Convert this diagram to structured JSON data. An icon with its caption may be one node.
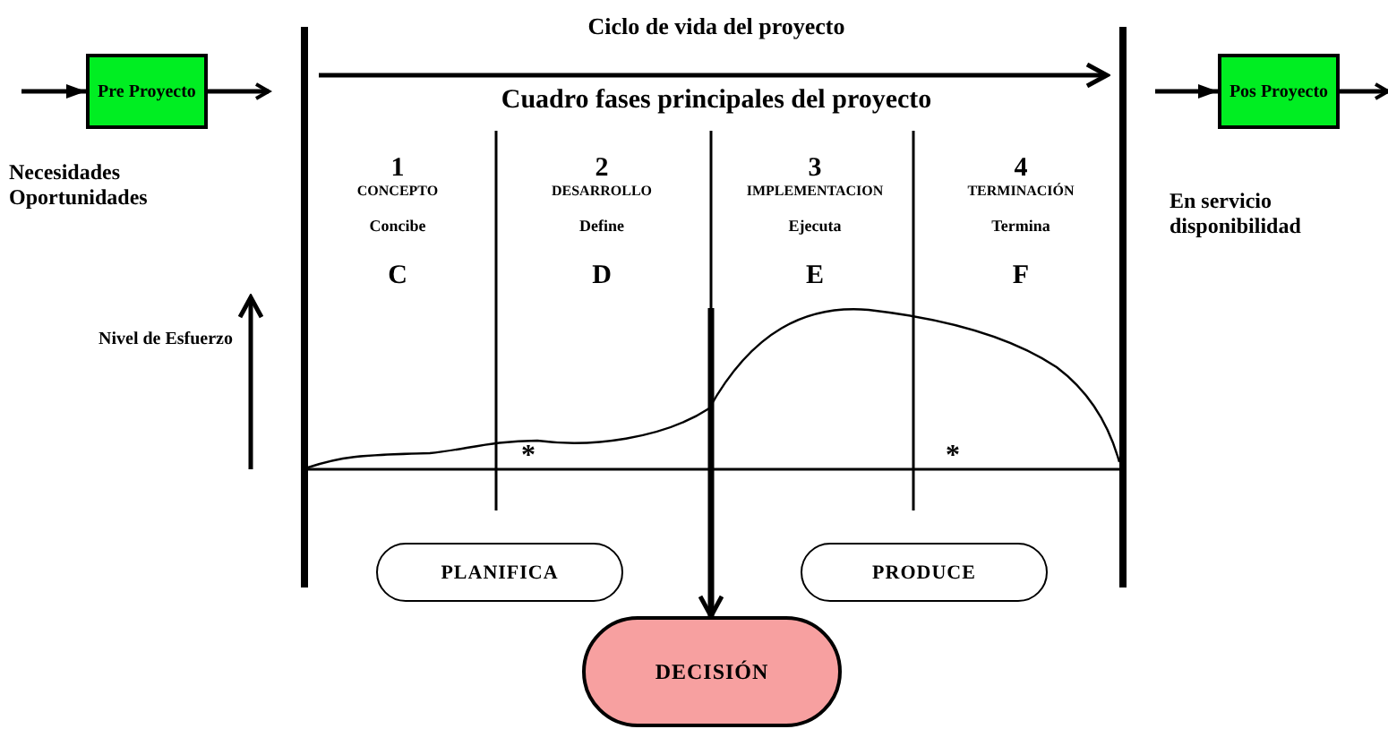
{
  "diagram": {
    "nodes": [
      {
        "text": [
          "Pre Proyecto"
        ]
      },
      {
        "text": [
          "Pos Proyecto"
        ]
      },
      {
        "text": [
          "PLANIFICA"
        ]
      },
      {
        "text": [
          "PRODUCE"
        ]
      },
      {
        "text": [
          "DECISIÓN"
        ]
      }
    ],
    "edges": [
      {
        "from": null,
        "to": 0,
        "arrow": "to"
      },
      {
        "from": 0,
        "to": null,
        "arrow": "to"
      },
      {
        "from": null,
        "to": 1,
        "arrow": "to"
      },
      {
        "from": 1,
        "to": null,
        "arrow": "to"
      },
      {
        "from": null,
        "to": 4,
        "arrow": "to"
      }
    ],
    "labels": [
      "Ciclo de vida del proyecto",
      "Cuadro fases principales del proyecto",
      "Necesidades Oportunidades",
      "1",
      "CONCEPTO",
      "Concibe",
      "C",
      "2",
      "DESARROLLO",
      "Define",
      "D",
      "3",
      "IMPLEMENTACION",
      "Ejecuta",
      "E",
      "4",
      "TERMINACIÓN",
      "Termina",
      "F",
      "En servicio disponibilidad",
      "Nivel de Esfuerzo",
      "*",
      "*"
    ]
  }
}
